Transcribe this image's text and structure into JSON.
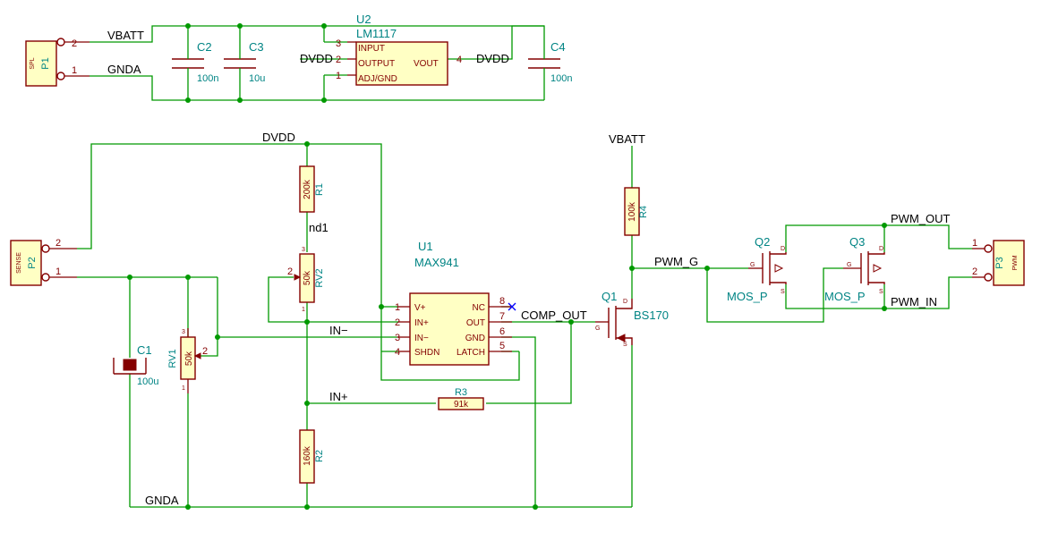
{
  "nets": {
    "vbatt_top": "VBATT",
    "gnda_top": "GNDA",
    "dvdd_u2_in": "DVDD",
    "dvdd_out": "DVDD",
    "dvdd_mid": "DVDD",
    "vbatt_right": "VBATT",
    "nd1": "nd1",
    "in_minus": "IN−",
    "in_plus": "IN+",
    "comp_out": "COMP_OUT",
    "pwm_g": "PWM_G",
    "pwm_out": "PWM_OUT",
    "pwm_in": "PWM_IN",
    "gnda_bottom": "GNDA"
  },
  "components": {
    "p1": {
      "ref": "P1",
      "value": "SPL",
      "pin1": "1",
      "pin2": "2"
    },
    "c2": {
      "ref": "C2",
      "value": "100n"
    },
    "c3": {
      "ref": "C3",
      "value": "10u"
    },
    "u2": {
      "ref": "U2",
      "value": "LM1117",
      "pin_input": "INPUT",
      "pin_output": "OUTPUT",
      "pin_adj": "ADJ/GND",
      "pin_vout": "VOUT",
      "n3": "3",
      "n2": "2",
      "n1": "1",
      "n4": "4"
    },
    "c4": {
      "ref": "C4",
      "value": "100n"
    },
    "p2": {
      "ref": "P2",
      "value": "SENSE",
      "pin1": "1",
      "pin2": "2"
    },
    "c1": {
      "ref": "C1",
      "value": "100u"
    },
    "rv1": {
      "ref": "RV1",
      "value": "50k",
      "p1": "1",
      "p2": "2",
      "p3": "3"
    },
    "r1": {
      "ref": "R1",
      "value": "200k"
    },
    "rv2": {
      "ref": "RV2",
      "value": "50k",
      "p1": "1",
      "p2": "2",
      "p3": "3"
    },
    "r2": {
      "ref": "R2",
      "value": "160k"
    },
    "u1": {
      "ref": "U1",
      "value": "MAX941",
      "pins_left": [
        {
          "num": "1",
          "name": "V+"
        },
        {
          "num": "2",
          "name": "IN+"
        },
        {
          "num": "3",
          "name": "IN−"
        },
        {
          "num": "4",
          "name": "SHDN"
        }
      ],
      "pins_right": [
        {
          "num": "8",
          "name": "NC"
        },
        {
          "num": "7",
          "name": "OUT"
        },
        {
          "num": "6",
          "name": "GND"
        },
        {
          "num": "5",
          "name": "LATCH"
        }
      ]
    },
    "r3": {
      "ref": "R3",
      "value": "91k"
    },
    "r4": {
      "ref": "R4",
      "value": "100k"
    },
    "q1": {
      "ref": "Q1",
      "value": "BS170",
      "g": "G",
      "d": "D",
      "s": "S"
    },
    "q2": {
      "ref": "Q2",
      "value": "MOS_P",
      "g": "G",
      "d": "D",
      "s": "S"
    },
    "q3": {
      "ref": "Q3",
      "value": "MOS_P",
      "g": "G",
      "d": "D",
      "s": "S"
    },
    "p3": {
      "ref": "P3",
      "value": "PWM",
      "pin1": "1",
      "pin2": "2"
    }
  }
}
